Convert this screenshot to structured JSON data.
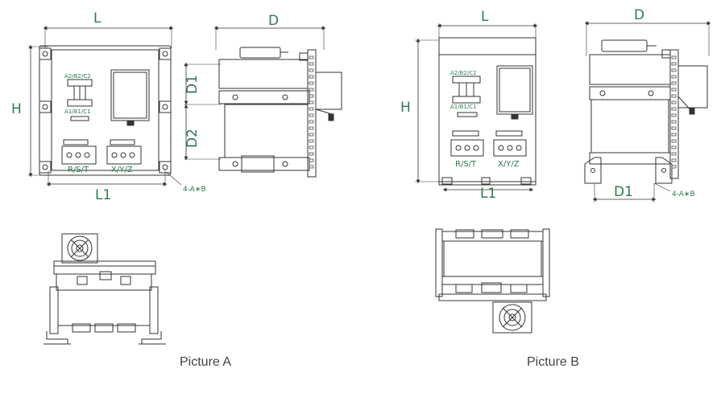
{
  "colors": {
    "dimension_text": "#2f7a4f",
    "line": "#333333",
    "background": "#ffffff"
  },
  "picture_a": {
    "caption": "Picture A",
    "front": {
      "dim_L": "L",
      "dim_H": "H",
      "dim_L1": "L1",
      "mount_note": "4-A∗B",
      "terminal_top": "A2/B2/C2",
      "terminal_bottom": "A1/B1/C1",
      "input_label": "R/S/T",
      "output_label": "X/Y/Z"
    },
    "side": {
      "dim_D": "D",
      "dim_D1": "D1",
      "dim_D2": "D2"
    }
  },
  "picture_b": {
    "caption": "Picture B",
    "front": {
      "dim_L": "L",
      "dim_H": "H",
      "dim_L1": "L1",
      "terminal_top": "A2/B2/C2",
      "terminal_bottom": "A1/B1/C1",
      "input_label": "R/S/T",
      "output_label": "X/Y/Z"
    },
    "side": {
      "dim_D": "D",
      "dim_D1": "D1",
      "mount_note": "4-A∗B"
    }
  }
}
